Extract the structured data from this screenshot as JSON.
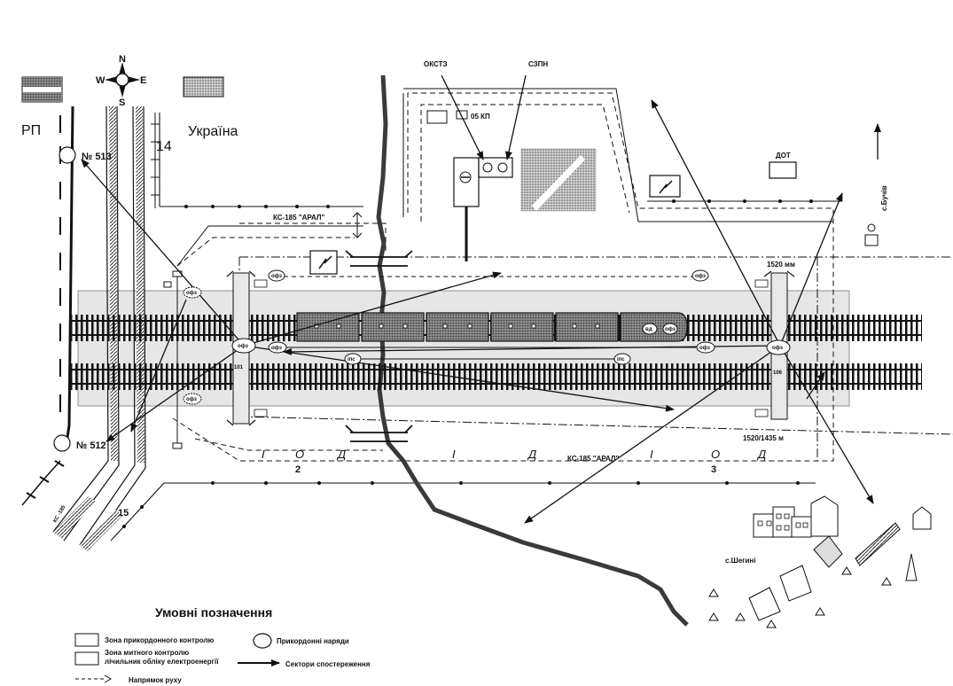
{
  "labels": {
    "rp": "РП",
    "ukraine": "Україна",
    "km14": "14",
    "km15": "15",
    "post513": "№ 513",
    "post512": "№ 512",
    "okstz": "ОКСТЗ",
    "szpn": "СЗПН",
    "kp05": "05 КП",
    "dot": "ДОТ",
    "village_north": "с.Бучів",
    "village": "с.Шегині",
    "gauge1": "1520 мм",
    "gauge2": "1520/1435 м",
    "zone_num_2": "2",
    "zone_num_3": "3",
    "road_top": "КС-185 \"АРАЛ\"",
    "road_bottom": "КС-185 \"АРАЛ\"",
    "ks_left": "КС -185",
    "n101": "101",
    "n106": "106",
    "compass_n": "N",
    "compass_s": "S",
    "compass_e": "E",
    "compass_w": "W",
    "zone_i": "І",
    "zone_o": "О",
    "zone_d": "Д"
  },
  "patrol_labels": {
    "ofz": "офз",
    "ips": "іпс",
    "vd": "вд"
  },
  "legend": {
    "title": "Умовні позначення",
    "border_zone": "Зона прикордонного контролю",
    "customs_zone": "Зона митного контролю",
    "meter": "лічильник обліку електроенергії",
    "patrols": "Прикордонні наряди",
    "sectors": "Сектори спостереження",
    "direction": "Напрямок руху"
  },
  "colors": {
    "ink": "#111111",
    "zone_fill": "#e6e6e6",
    "wagon_fill": "#8a8a8a"
  }
}
